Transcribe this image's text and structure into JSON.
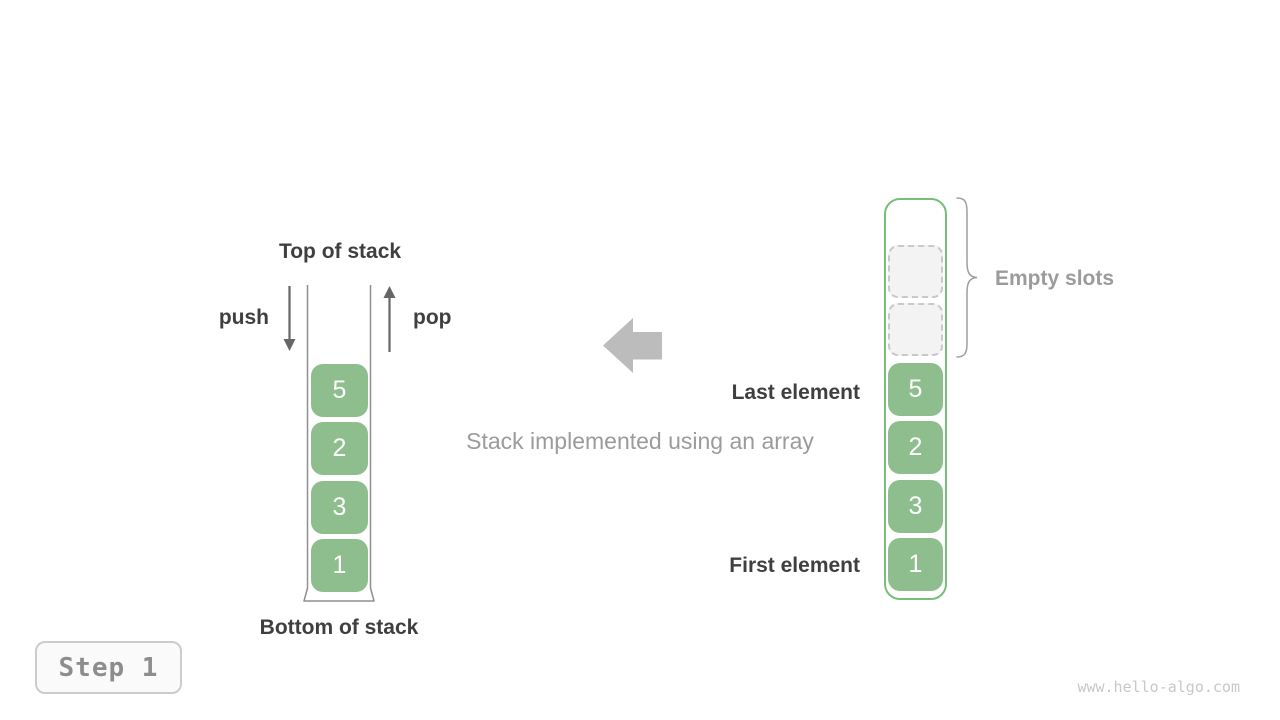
{
  "left_stack": {
    "top_label": "Top of stack",
    "bottom_label": "Bottom of stack",
    "push_label": "push",
    "pop_label": "pop",
    "elements": [
      "5",
      "2",
      "3",
      "1"
    ]
  },
  "center": {
    "caption": "Stack implemented using an array"
  },
  "right_array": {
    "elements": [
      "5",
      "2",
      "3",
      "1"
    ],
    "empty_slot_count": 2,
    "last_element_label": "Last element",
    "first_element_label": "First element",
    "empty_slots_label": "Empty slots"
  },
  "footer": {
    "step_label": "Step 1",
    "watermark": "www.hello-algo.com"
  },
  "colors": {
    "box_green": "#8ebe8e",
    "array_border_green": "#7abc7a",
    "dark_text": "#3f3f3f",
    "gray_text": "#9b9b9b",
    "big_arrow_gray": "#bcbcbc",
    "small_arrow_gray": "#666666",
    "wall_gray": "#8f8f8f"
  }
}
